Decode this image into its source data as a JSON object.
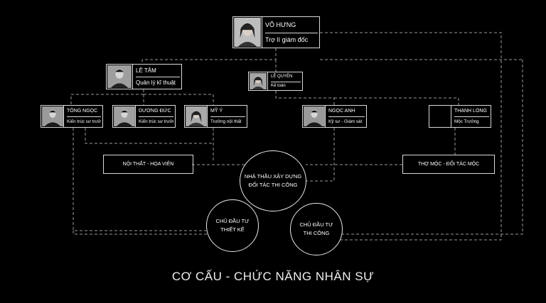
{
  "people": {
    "vo_hung": {
      "name": "VÕ HƯNG",
      "role": "Trợ lí giám đốc"
    },
    "le_tam": {
      "name": "LÊ TÂM",
      "role": "Quản lý kĩ thuật"
    },
    "le_quyen": {
      "name": "LÊ QUYÊN",
      "role": "Kế toán"
    },
    "tong_ngoc": {
      "name": "TÔNG NGỌC",
      "role": "Kiến trúc sư trưởng"
    },
    "duong_duc": {
      "name": "DƯƠNG ĐỨC",
      "role": "Kiến trúc sư trưởng"
    },
    "my_y": {
      "name": "MỸ Ý",
      "role": "Trưởng nội thất"
    },
    "ngoc_anh": {
      "name": "NGỌC ANH",
      "role": "Kỹ sư - Giám sát"
    },
    "thanh_long": {
      "name": "THANH LONG",
      "role": "Mộc Trưởng"
    }
  },
  "boxes": {
    "noi_that": "NỘI THẤT - HỌA VIÊN",
    "tho_moc": "THỢ MỘC - ĐỐI TÁC MỘC"
  },
  "circles": {
    "nha_thau": {
      "line1": "NHÀ THẦU XÂY DỰNG",
      "line2": "ĐỐI TÁC THI CÔNG"
    },
    "thiet_ke": {
      "line1": "CHỦ ĐẦU TƯ",
      "line2": "THIẾT KẾ"
    },
    "thi_cong": {
      "line1": "CHỦ ĐẦU TƯ",
      "line2": "THI CÔNG"
    }
  },
  "title": "CƠ CẤU - CHỨC NĂNG NHÂN SỰ"
}
